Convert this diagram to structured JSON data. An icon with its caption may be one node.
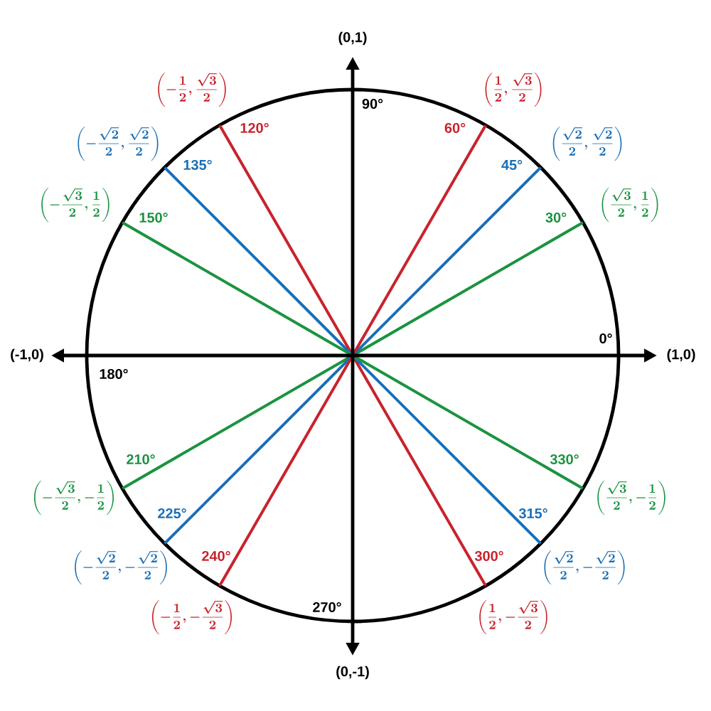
{
  "diagram": {
    "labels": [
      "(0,1)",
      "\\left(-\\frac{1}{2},\\frac{\\sqrt{3}}{2}\\right)",
      "\\left(\\frac{1}{2},\\frac{\\sqrt{3}}{2}\\right)",
      "90°",
      "120°",
      "60°",
      "\\left(-\\frac{\\sqrt{2}}{2},\\frac{\\sqrt{2}}{2}\\right)",
      "\\left(\\frac{\\sqrt{2}}{2},\\frac{\\sqrt{2}}{2}\\right)",
      "135°",
      "45°",
      "\\left(-\\frac{\\sqrt{3}}{2},\\frac{1}{2}\\right)",
      "150°",
      "30°",
      "\\left(\\frac{\\sqrt{3}}{2},\\frac{1}{2}\\right)",
      "0°",
      "(-1,0)",
      "(1,0)",
      "180°",
      "210°",
      "\\left(-\\frac{\\sqrt{3}}{2},-\\frac{1}{2}\\right)",
      "330°",
      "\\left(\\frac{\\sqrt{3}}{2},-\\frac{1}{2}\\right)",
      "225°",
      "315°",
      "\\left(-\\frac{\\sqrt{2}}{2},-\\frac{\\sqrt{2}}{2}\\right)",
      "\\left(\\frac{\\sqrt{2}}{2},-\\frac{\\sqrt{2}}{2}\\right)",
      "240°",
      "300°",
      "\\left(-\\frac{1}{2},-\\frac{\\sqrt{3}}{2}\\right)",
      "\\left(\\frac{1}{2},-\\frac{\\sqrt{3}}{2}\\right)",
      "270°",
      "(0,-1)"
    ]
  }
}
